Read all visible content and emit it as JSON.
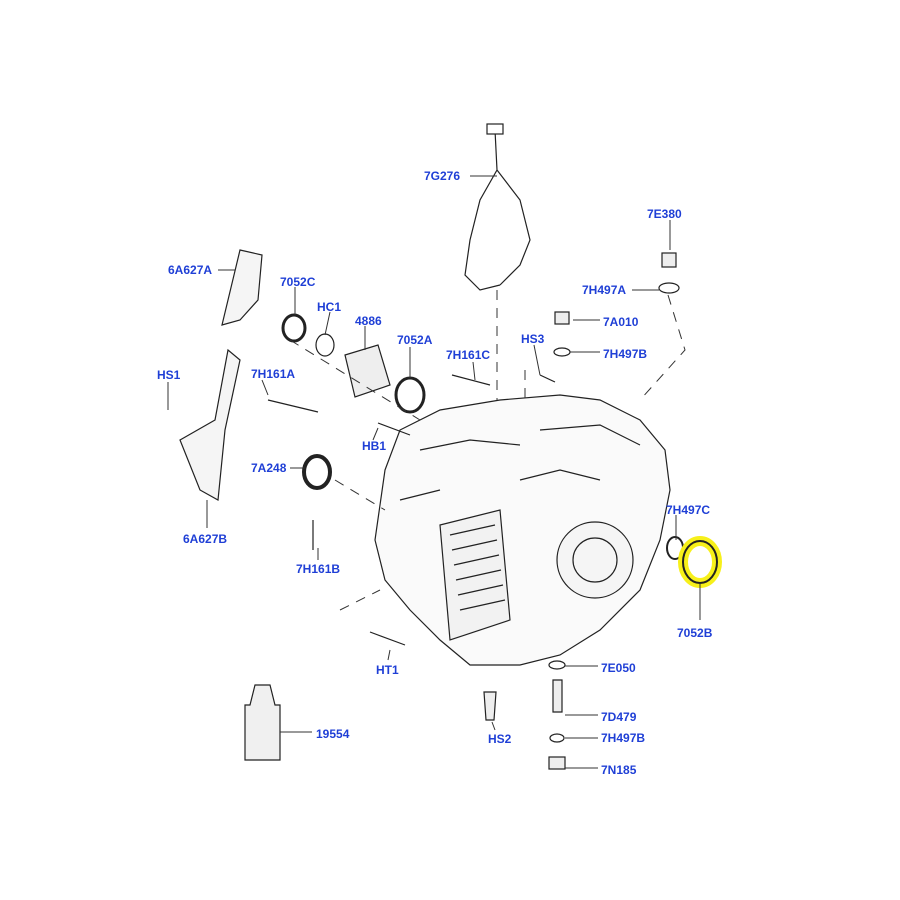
{
  "diagram": {
    "highlight_color": "#f7f01a",
    "label_color": "#1f3fd6",
    "labels": [
      "7G276",
      "7E380",
      "6A627A",
      "7052C",
      "HC1",
      "4886",
      "7052A",
      "7H497A",
      "7A010",
      "HS3",
      "7H497B",
      "HS1",
      "7H161A",
      "7H161C",
      "HB1",
      "7A248",
      "7H497C",
      "6A627B",
      "7H161B",
      "7052B",
      "HT1",
      "7E050",
      "19554",
      "HS2",
      "7D479",
      "7H497B",
      "7N185"
    ]
  }
}
